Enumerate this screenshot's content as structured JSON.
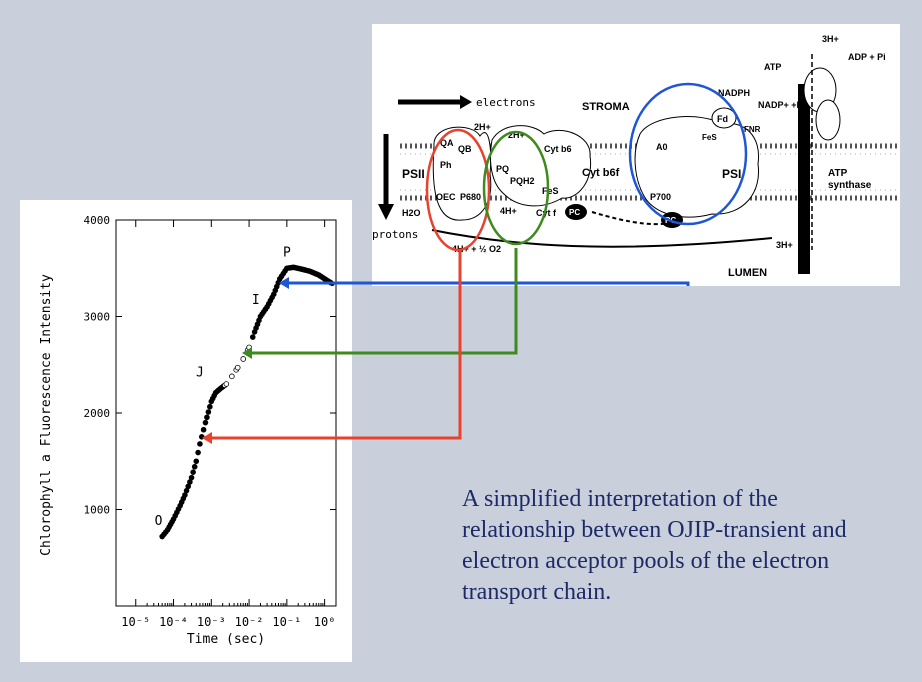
{
  "caption": "A simplified interpretation of the relationship between OJIP-transient and electron acceptor pools of the electron transport chain.",
  "colors": {
    "background": "#c9d0dc",
    "psii_acceptor_red": "#e8422f",
    "pq_pool_green": "#3f8a1e",
    "psi_blue": "#1f56d6",
    "caption_text": "#1d2a68"
  },
  "chart_data": {
    "type": "scatter",
    "xlabel": "Time (sec)",
    "ylabel": "Chlorophyll a Fluorescence Intensity",
    "xscale": "log",
    "xlim": [
      3e-06,
      2
    ],
    "ylim": [
      0,
      4000
    ],
    "x_tick_labels": [
      "10⁻⁵",
      "10⁻⁴",
      "10⁻³",
      "10⁻²",
      "10⁻¹",
      "10⁰"
    ],
    "x_tick_values": [
      1e-05,
      0.0001,
      0.001,
      0.01,
      0.1,
      1
    ],
    "y_tick_labels": [
      "1000",
      "2000",
      "3000",
      "4000"
    ],
    "y_tick_values": [
      1000,
      2000,
      3000,
      4000
    ],
    "grid": false,
    "series": [
      {
        "x": [
          5e-05,
          7e-05,
          0.0001,
          0.00015,
          0.0002,
          0.0003,
          0.0004,
          0.0005,
          0.0007,
          0.001,
          0.0013,
          0.0017,
          0.0025,
          0.0035,
          0.005,
          0.007,
          0.01,
          0.014,
          0.02,
          0.03,
          0.045,
          0.065,
          0.1,
          0.15,
          0.25,
          0.4,
          0.7,
          1.1,
          1.6
        ],
        "y": [
          720,
          790,
          900,
          1040,
          1150,
          1330,
          1500,
          1680,
          1900,
          2120,
          2210,
          2250,
          2300,
          2380,
          2470,
          2560,
          2680,
          2840,
          3000,
          3100,
          3230,
          3390,
          3500,
          3510,
          3490,
          3470,
          3430,
          3380,
          3340
        ]
      }
    ],
    "annotations": [
      {
        "text": "O",
        "x": 4e-05,
        "y": 840
      },
      {
        "text": "J",
        "x": 0.0005,
        "y": 2380
      },
      {
        "text": "I",
        "x": 0.015,
        "y": 3130
      },
      {
        "text": "P",
        "x": 0.1,
        "y": 3620
      }
    ]
  },
  "diagram": {
    "legend_electrons": "electrons",
    "legend_protons": "protons",
    "stroma": "STROMA",
    "lumen": "LUMEN",
    "psii": "PSII",
    "psi": "PSI",
    "cyt_b6f": "Cyt b6f",
    "atp_synthase_1": "ATP",
    "atp_synthase_2": "synthase",
    "qa": "QA",
    "qb": "QB",
    "ph": "Ph",
    "oec": "OEC",
    "p680": "P680",
    "h2o": "H2O",
    "water_products": "4H+ + ½ O2",
    "two_h_top": "2H+",
    "two_h_pq": "2H+",
    "four_h": "4H+",
    "pq": "PQ",
    "pqh2": "PQH2",
    "cyt_b6": "Cyt b6",
    "fes": "FeS",
    "cyt_f": "Cyt f",
    "pc": "PC",
    "p700": "P700",
    "a0": "A0",
    "fd": "Fd",
    "fnr": "FNR",
    "nadph": "NADPH",
    "nadp": "NADP+ +H+",
    "atp": "ATP",
    "adp": "ADP + Pi",
    "three_h_top": "3H+",
    "three_h_bottom": "3H+"
  }
}
